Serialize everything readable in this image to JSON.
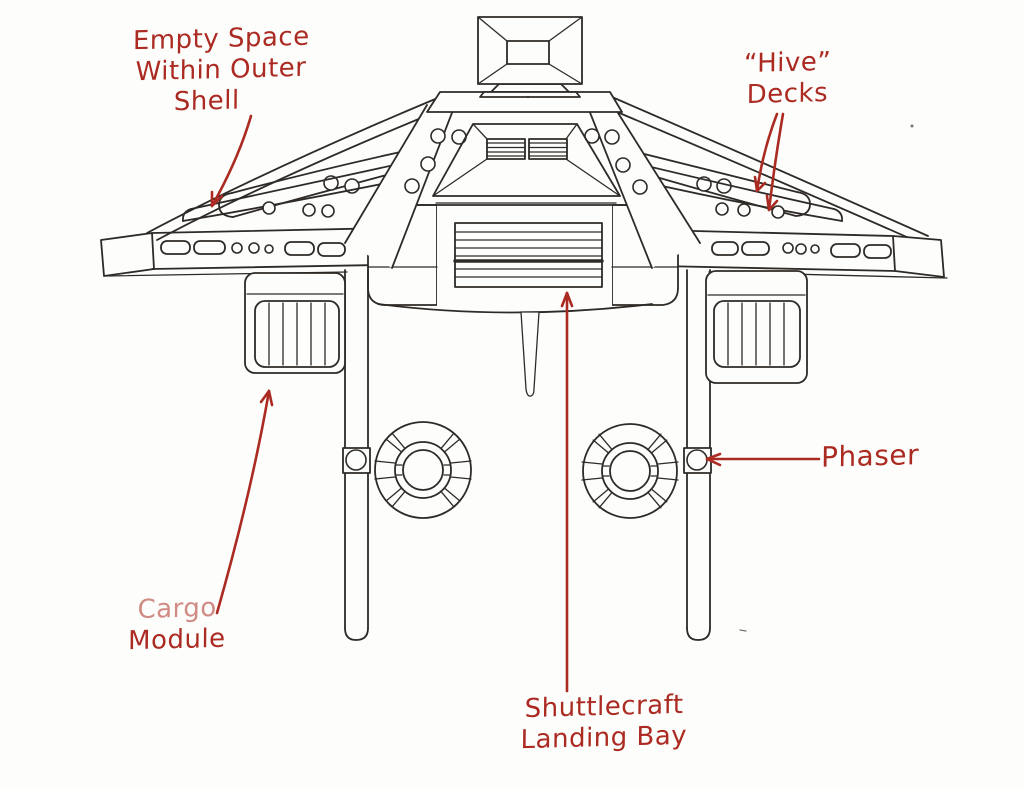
{
  "palette": {
    "paper": "#fdfdfb",
    "ink": "#2e2b27",
    "annotation_red": "#ab2a22",
    "annotation_red_faded": "#d08b84"
  },
  "annotations": {
    "empty_space": {
      "lines": [
        "Empty Space",
        "Within Outer",
        "Shell"
      ]
    },
    "hive_decks": {
      "lines": [
        "“Hive”",
        "Decks"
      ]
    },
    "phaser": {
      "lines": [
        "Phaser"
      ]
    },
    "cargo_module": {
      "lines": [
        "Cargo",
        "Module"
      ]
    },
    "shuttlecraft_landing_bay": {
      "lines": [
        "Shuttlecraft",
        "Landing Bay"
      ]
    }
  }
}
